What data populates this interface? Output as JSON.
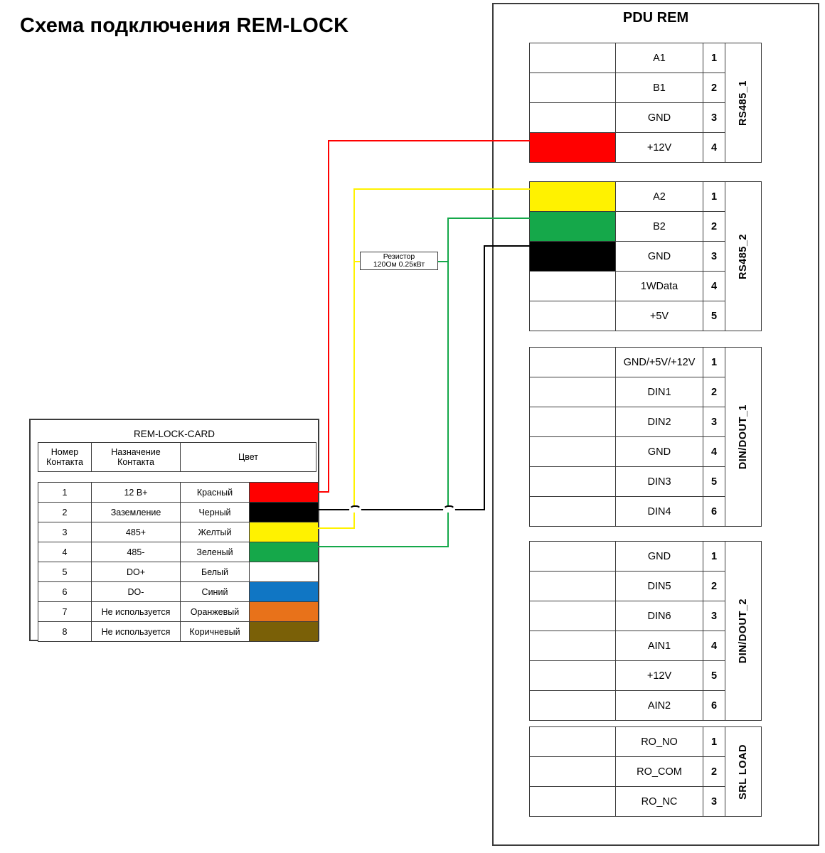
{
  "title": "Схема подключения REM-LOCK",
  "colors": {
    "red": "#FF0000",
    "black": "#000000",
    "yellow": "#FFF200",
    "green": "#15A84A",
    "white": "#FFFFFF",
    "blue": "#1076C4",
    "orange": "#E8721A",
    "brown": "#7A6007",
    "line": "#3B3B3B"
  },
  "pdu": {
    "title": "PDU REM",
    "blocks": [
      {
        "label": "RS485_1",
        "rows": [
          {
            "swatch": "none",
            "name": "A1",
            "num": "1"
          },
          {
            "swatch": "none",
            "name": "B1",
            "num": "2"
          },
          {
            "swatch": "none",
            "name": "GND",
            "num": "3"
          },
          {
            "swatch": "red",
            "name": "+12V",
            "num": "4"
          }
        ]
      },
      {
        "label": "RS485_2",
        "rows": [
          {
            "swatch": "yellow",
            "name": "A2",
            "num": "1"
          },
          {
            "swatch": "green",
            "name": "B2",
            "num": "2"
          },
          {
            "swatch": "black",
            "name": "GND",
            "num": "3"
          },
          {
            "swatch": "none",
            "name": "1WData",
            "num": "4"
          },
          {
            "swatch": "none",
            "name": "+5V",
            "num": "5"
          }
        ]
      },
      {
        "label": "DIN/DOUT_1",
        "rows": [
          {
            "swatch": "none",
            "name": "GND/+5V/+12V",
            "num": "1"
          },
          {
            "swatch": "none",
            "name": "DIN1",
            "num": "2"
          },
          {
            "swatch": "none",
            "name": "DIN2",
            "num": "3"
          },
          {
            "swatch": "none",
            "name": "GND",
            "num": "4"
          },
          {
            "swatch": "none",
            "name": "DIN3",
            "num": "5"
          },
          {
            "swatch": "none",
            "name": "DIN4",
            "num": "6"
          }
        ]
      },
      {
        "label": "DIN/DOUT_2",
        "rows": [
          {
            "swatch": "none",
            "name": "GND",
            "num": "1"
          },
          {
            "swatch": "none",
            "name": "DIN5",
            "num": "2"
          },
          {
            "swatch": "none",
            "name": "DIN6",
            "num": "3"
          },
          {
            "swatch": "none",
            "name": "AIN1",
            "num": "4"
          },
          {
            "swatch": "none",
            "name": "+12V",
            "num": "5"
          },
          {
            "swatch": "none",
            "name": "AIN2",
            "num": "6"
          }
        ]
      },
      {
        "label": "SRL LOAD",
        "rows": [
          {
            "swatch": "none",
            "name": "RO_NO",
            "num": "1"
          },
          {
            "swatch": "none",
            "name": "RO_COM",
            "num": "2"
          },
          {
            "swatch": "none",
            "name": "RO_NC",
            "num": "3"
          }
        ]
      }
    ]
  },
  "card": {
    "title": "REM-LOCK-CARD",
    "headers": {
      "num": "Номер\nКонтакта",
      "num_line1": "Номер",
      "num_line2": "Контакта",
      "fn_line1": "Назначение",
      "fn_line2": "Контакта",
      "color": "Цвет"
    },
    "rows": [
      {
        "num": "1",
        "fn": "12 В+",
        "color": "Красный",
        "swatch": "red"
      },
      {
        "num": "2",
        "fn": "Заземление",
        "color": "Черный",
        "swatch": "black"
      },
      {
        "num": "3",
        "fn": "485+",
        "color": "Желтый",
        "swatch": "yellow"
      },
      {
        "num": "4",
        "fn": "485-",
        "color": "Зеленый",
        "swatch": "green"
      },
      {
        "num": "5",
        "fn": "DO+",
        "color": "Белый",
        "swatch": "white"
      },
      {
        "num": "6",
        "fn": "DO-",
        "color": "Синий",
        "swatch": "blue"
      },
      {
        "num": "7",
        "fn": "Не используется",
        "color": "Оранжевый",
        "swatch": "orange"
      },
      {
        "num": "8",
        "fn": "Не используется",
        "color": "Коричневый",
        "swatch": "brown"
      }
    ]
  },
  "resistor": {
    "line1": "Резистор",
    "line2": "120Ом 0.25кВт"
  }
}
